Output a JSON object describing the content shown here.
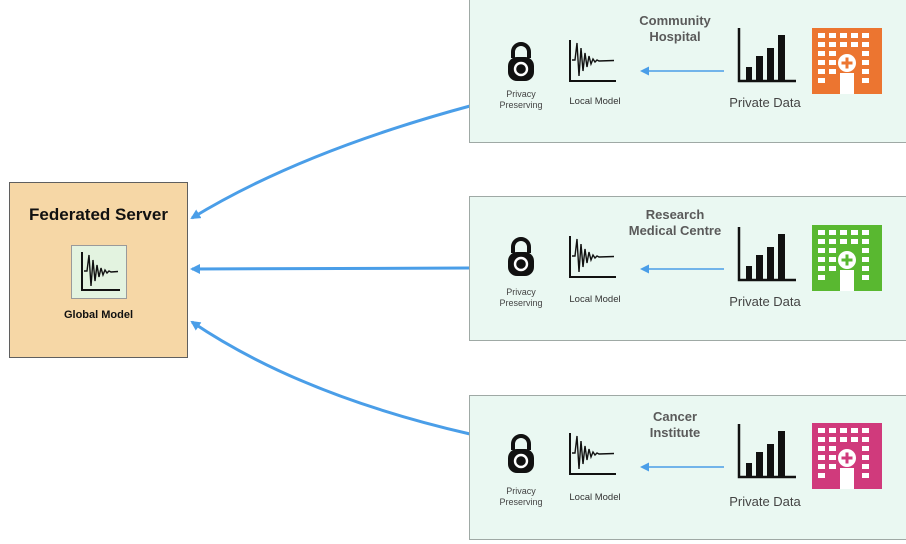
{
  "server": {
    "title": "Federated Server",
    "global_model_label": "Global Model",
    "color": "#f6d7a6"
  },
  "institutions": [
    {
      "name_line1": "Community",
      "name_line2": "Hospital",
      "privacy_line1": "Privacy",
      "privacy_line2": "Preserving",
      "local_model_label": "Local Model",
      "private_data_label": "Private Data",
      "building_color": "#ec7530",
      "building_icon": "hospital-building-icon"
    },
    {
      "name_line1": "Research",
      "name_line2": "Medical Centre",
      "privacy_line1": "Privacy",
      "privacy_line2": "Preserving",
      "local_model_label": "Local Model",
      "private_data_label": "Private Data",
      "building_color": "#59b830",
      "building_icon": "hospital-building-icon"
    },
    {
      "name_line1": "Cancer",
      "name_line2": "Institute",
      "privacy_line1": "Privacy",
      "privacy_line2": "Preserving",
      "local_model_label": "Local Model",
      "private_data_label": "Private Data",
      "building_color": "#d03a7c",
      "building_icon": "hospital-building-icon"
    }
  ],
  "colors": {
    "arrow": "#4a9ee8",
    "panel_background": "#eaf8f2"
  }
}
